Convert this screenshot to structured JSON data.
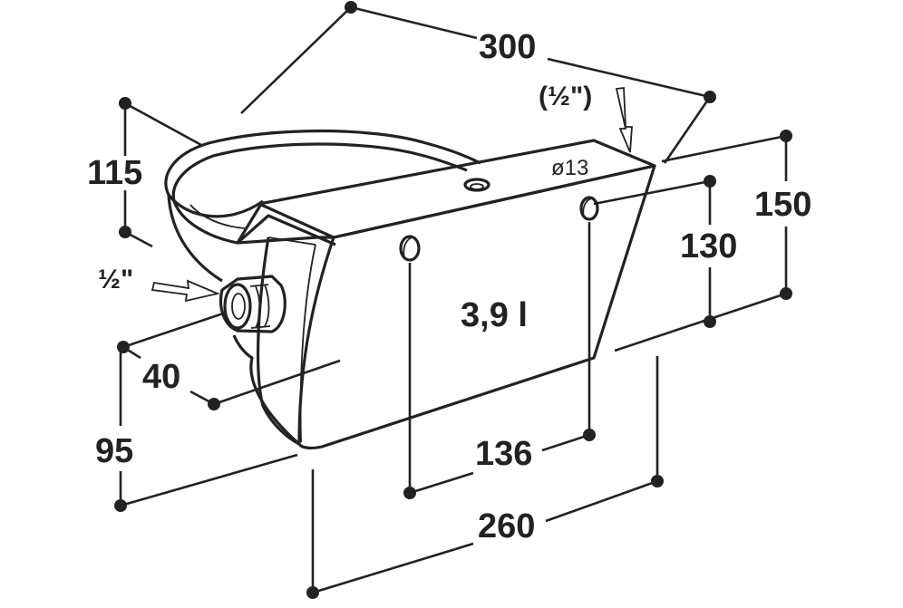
{
  "drawing": {
    "dimensions": {
      "length_top": "300",
      "height_front": "115",
      "height_right": "150",
      "mount_height": "130",
      "inlet_offset": "40",
      "lower_height": "95",
      "hole_spacing": "136",
      "base_length": "260"
    },
    "labels": {
      "volume": "3,9 l",
      "hole_diameter": "ø13",
      "inlet_thread": "½\"",
      "alt_thread": "(½\")"
    },
    "colors": {
      "line": "#222222",
      "background": "#ffffff"
    }
  }
}
